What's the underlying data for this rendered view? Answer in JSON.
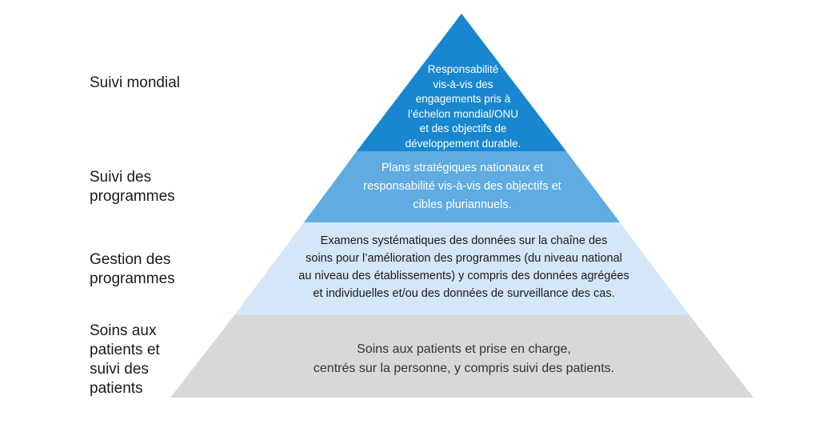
{
  "colors": {
    "tier_top": "#1987d0",
    "tier_second": "#5fabe2",
    "tier_third": "#d4e6f7",
    "tier_base": "#d8d8d8"
  },
  "levels": [
    {
      "label": "Suivi mondial",
      "text": "Responsabilité\nvis-à-vis des\nengagements pris à\nl’échelon mondial/ONU\net des objectifs de\ndéveloppement durable."
    },
    {
      "label": "Suivi des\nprogrammes",
      "text": "Plans stratégiques nationaux et\nresponsabilité vis-à-vis des objectifs et\ncibles pluriannuels."
    },
    {
      "label": "Gestion des\nprogrammes",
      "text": "Examens systématiques des données sur la chaîne des\nsoins pour l’amélioration des programmes (du niveau national\nau niveau des établissements) y compris des données agrégées\net individuelles et/ou des données de surveillance des cas."
    },
    {
      "label": "Soins aux\npatients et\nsuivi des\npatients",
      "text": "Soins aux patients et prise en charge,\ncentrés sur la personne, y compris suivi des patients."
    }
  ]
}
